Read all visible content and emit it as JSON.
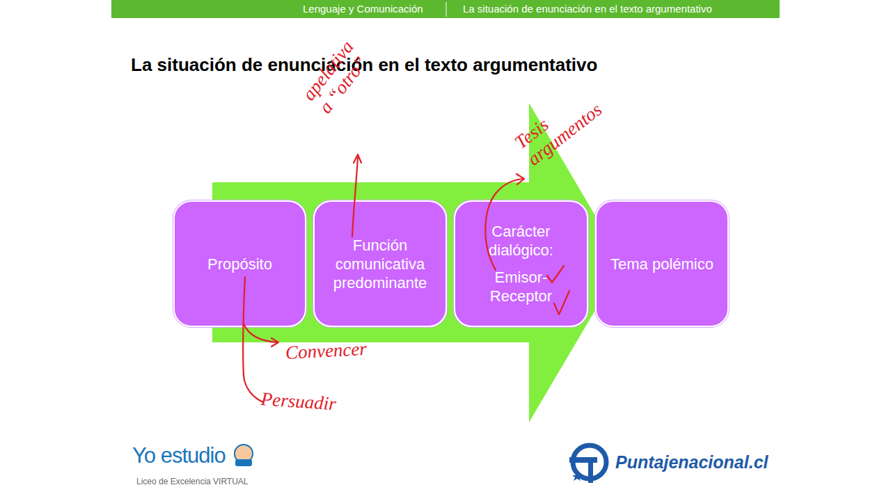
{
  "diagram": {
    "title": "La situación de enunciación en el texto argumentativo",
    "nodes": [
      {
        "text": [
          "Propósito"
        ]
      },
      {
        "text": [
          "Función comunicativa predominante"
        ]
      },
      {
        "text": [
          "Carácter dialógico:",
          "Emisor-Receptor"
        ]
      },
      {
        "text": [
          "Tema polémico"
        ]
      }
    ],
    "labels": [
      "Lenguaje y Comunicación",
      "La situación de enunciación en el texto argumentativo",
      "apelativa a “otro”",
      "Tesis argumentos",
      "Convencer",
      "Persuadir",
      "Yo estudio",
      "Liceo de Excelencia VIRTUAL",
      "Puntajenacional.cl"
    ]
  }
}
